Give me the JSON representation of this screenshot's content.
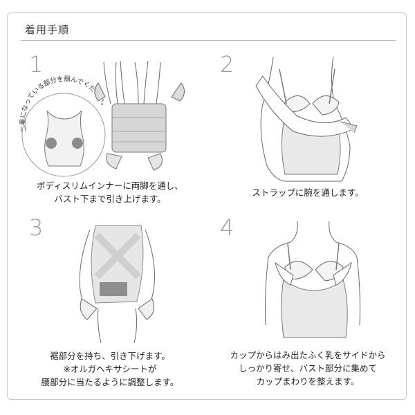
{
  "title": "着用手順",
  "steps": [
    {
      "number": "1",
      "note": "二重になっている部分を掴んでください。",
      "caption": [
        "ボディスリムインナーに両脚を通し、",
        "バスト下まで引き上げます。"
      ]
    },
    {
      "number": "2",
      "caption": [
        "ストラップに腕を通します。"
      ]
    },
    {
      "number": "3",
      "caption": [
        "裾部分を持ち、引き下げます。",
        "※オルガヘキサシートが",
        "腰部分に当たるように調整します。"
      ]
    },
    {
      "number": "4",
      "caption": [
        "カップからはみ出たふく乳をサイドから",
        "しっかり寄せ、バスト部分に集めて",
        "カップまわりを整えます。"
      ]
    }
  ]
}
